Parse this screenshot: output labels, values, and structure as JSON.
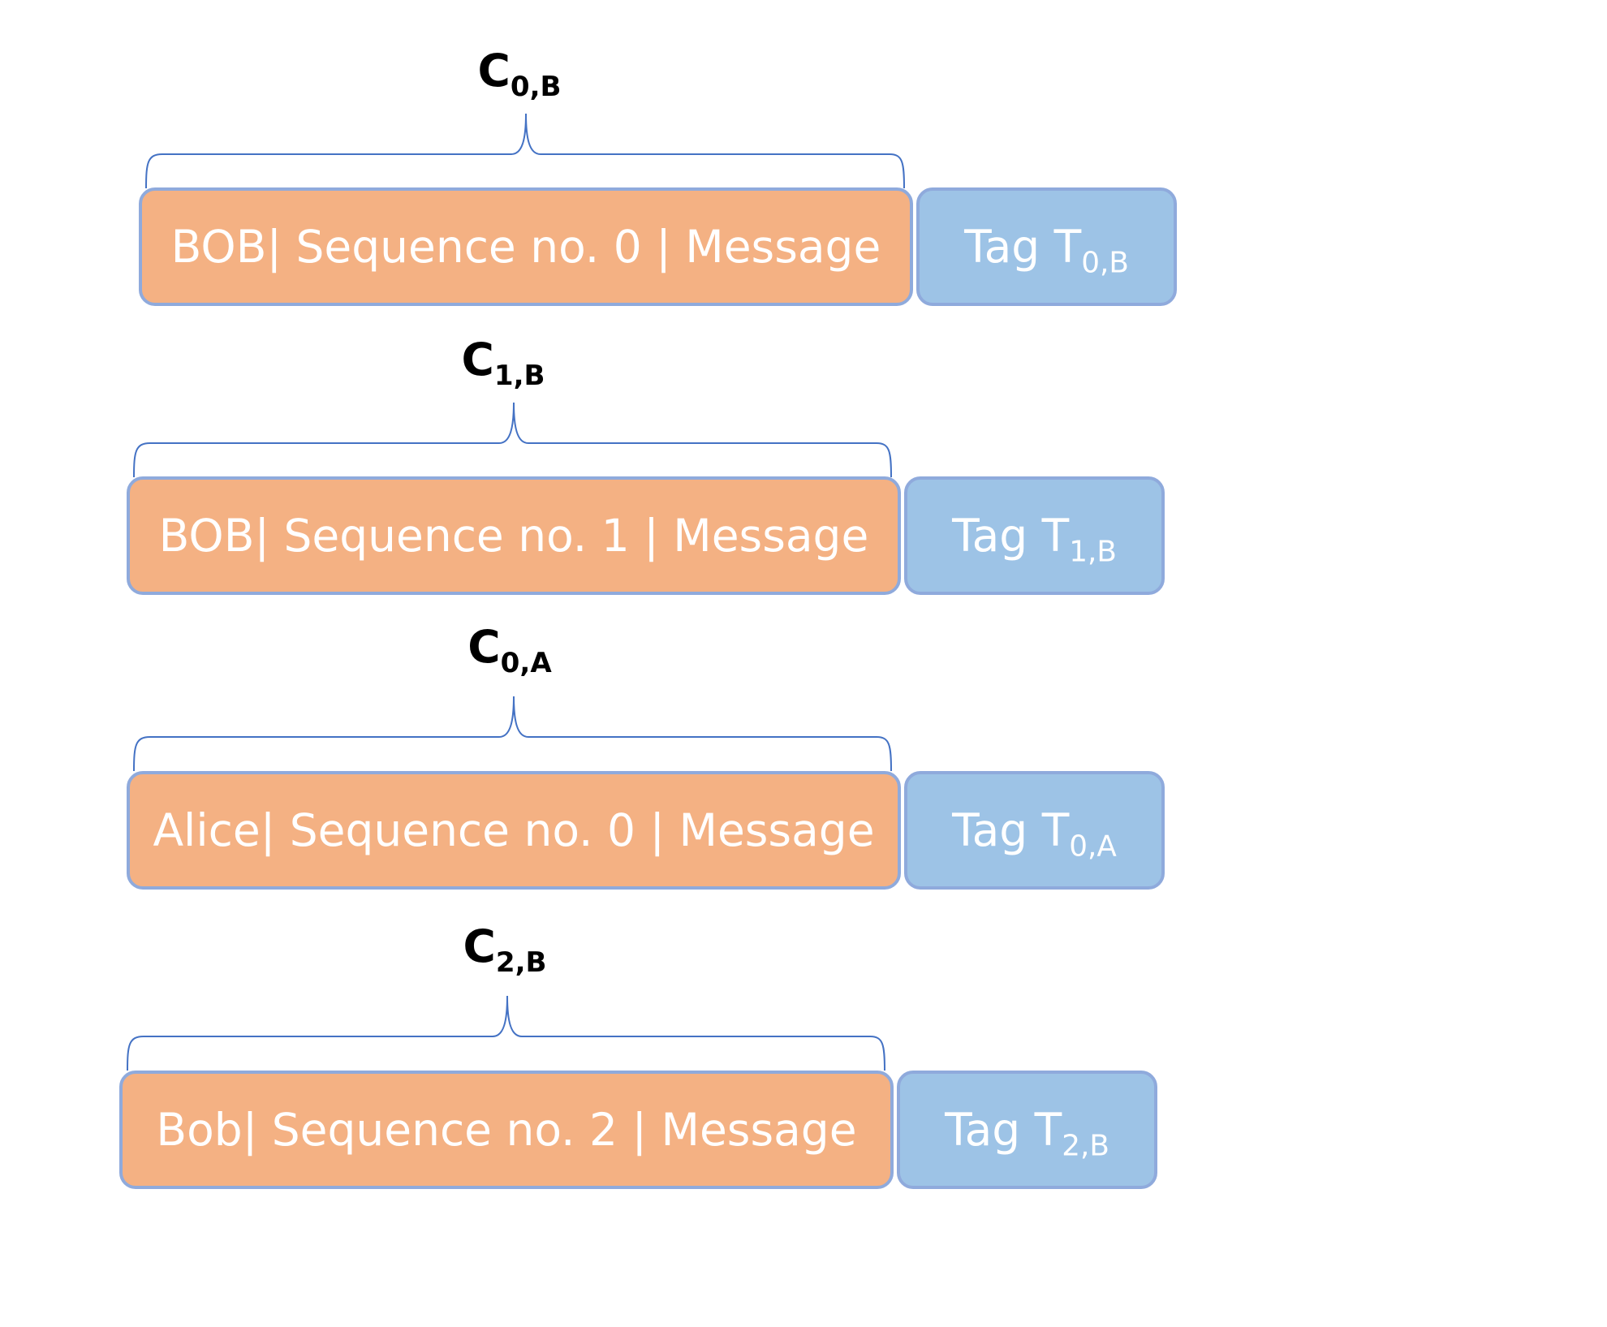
{
  "colors": {
    "message_fill": "#f4b183",
    "tag_fill": "#9dc3e6",
    "box_border": "#8faadc",
    "brace_stroke": "#4472c4",
    "box_text": "#ffffff",
    "label_text": "#000000"
  },
  "rows": [
    {
      "cipher": {
        "base": "C",
        "subscript": "0,B"
      },
      "message": "BOB| Sequence no. 0 | Message",
      "tag": {
        "prefix": "Tag T",
        "subscript": "0,B"
      }
    },
    {
      "cipher": {
        "base": "C",
        "subscript": "1,B"
      },
      "message": "BOB| Sequence no. 1 | Message",
      "tag": {
        "prefix": "Tag T",
        "subscript": "1,B"
      }
    },
    {
      "cipher": {
        "base": "C",
        "subscript": "0,A"
      },
      "message": "Alice| Sequence no. 0 | Message",
      "tag": {
        "prefix": "Tag T",
        "subscript": "0,A"
      }
    },
    {
      "cipher": {
        "base": "C",
        "subscript": "2,B"
      },
      "message": "Bob| Sequence no. 2 | Message",
      "tag": {
        "prefix": "Tag T",
        "subscript": "2,B"
      }
    }
  ]
}
